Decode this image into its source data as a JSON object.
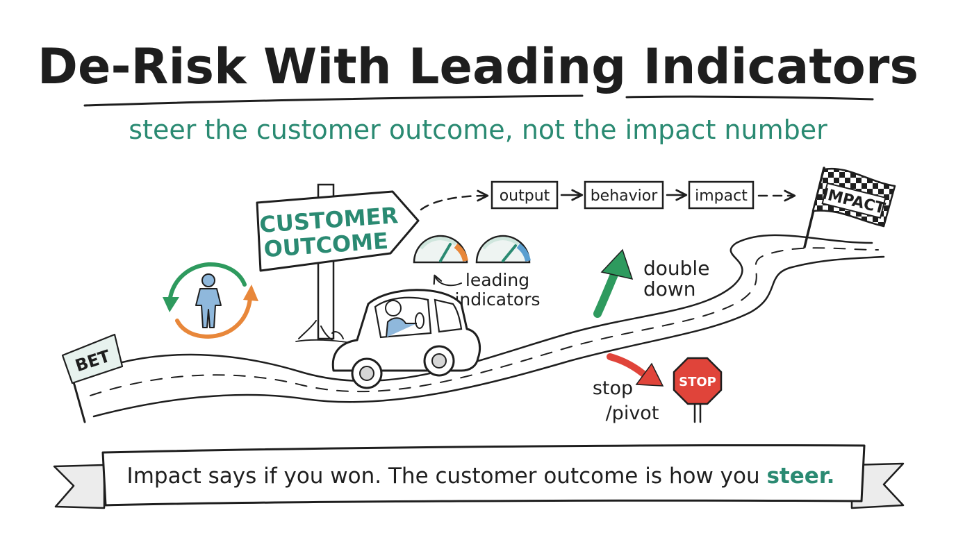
{
  "title": "De-Risk With Leading Indicators",
  "subtitle": "steer the customer outcome, not the impact number",
  "signpost_line1": "CUSTOMER",
  "signpost_line2": "OUTCOME",
  "chain": [
    "output",
    "behavior",
    "impact"
  ],
  "gauges_label_line1": "leading",
  "gauges_label_line2": "indicators",
  "start_flag": "BET",
  "finish_flag": "IMPACT",
  "double_down_line1": "double",
  "double_down_line2": "down",
  "stop_line1": "stop",
  "stop_line2": "/pivot",
  "stop_sign": "STOP",
  "banner": {
    "prefix": "Impact says if you won. The customer outcome is how you ",
    "emphasis": "steer."
  },
  "colors": {
    "ink": "#1e1e1e",
    "teal": "#2a8a72",
    "green_arrow": "#2e9a5e",
    "orange": "#e8873a",
    "stop_red": "#e0443a",
    "person_blue": "#8fb8dc"
  },
  "icons": [
    "person-icon",
    "cycle-arrows-icon",
    "car-icon",
    "driver-icon",
    "gauge-icon",
    "flag-icon",
    "stop-sign-icon"
  ]
}
